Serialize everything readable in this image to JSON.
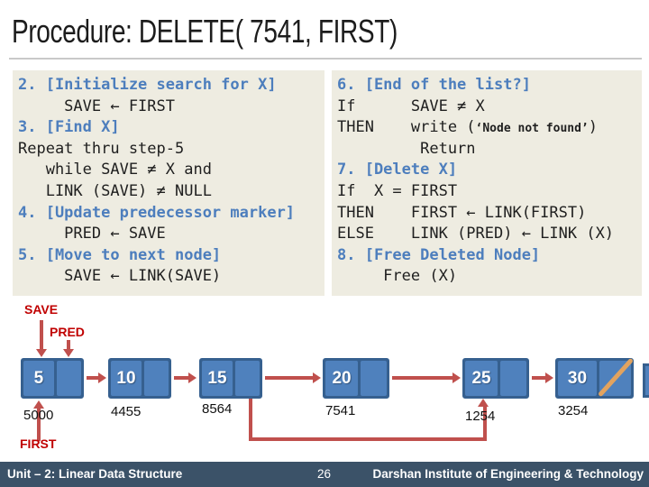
{
  "title": "Procedure: DELETE( 7541, FIRST)",
  "colors": {
    "keyword_blue": "#4d7ebd",
    "code_text": "#1f1f1f",
    "box_bg": "#eeece1",
    "node_fill": "#4f81bd",
    "node_border": "#36608f",
    "arrow_red": "#c0504d",
    "label_red": "#c00000",
    "null_slash": "#e2a35f",
    "footer_bg": "#3b5268",
    "footer_text": "#ffffff"
  },
  "pseudocode": {
    "left": [
      {
        "text": "2. [Initialize search for X]",
        "style": "kw"
      },
      {
        "text": "     SAVE ← FIRST",
        "style": "plain"
      },
      {
        "text": "3. [Find X]",
        "style": "kw"
      },
      {
        "text": "Repeat thru step-5",
        "style": "plain"
      },
      {
        "text": "   while SAVE ≠ X and",
        "style": "plain"
      },
      {
        "text": "   LINK (SAVE) ≠ NULL",
        "style": "plain"
      },
      {
        "text": "4. [Update predecessor marker]",
        "style": "kw"
      },
      {
        "text": "     PRED ← SAVE",
        "style": "plain"
      },
      {
        "text": "5. [Move to next node]",
        "style": "kw"
      },
      {
        "text": "     SAVE ← LINK(SAVE)",
        "style": "plain"
      }
    ],
    "right": [
      {
        "text": "6. [End of the list?]",
        "style": "kw"
      },
      {
        "text": "If      SAVE ≠ X",
        "style": "plain"
      },
      {
        "parts": [
          {
            "t": "THEN    write (",
            "s": "plain"
          },
          {
            "t": "‘Node not found’",
            "s": "small"
          },
          {
            "t": ")",
            "s": "plain"
          }
        ],
        "style": "plain"
      },
      {
        "text": "         Return",
        "style": "plain"
      },
      {
        "text": "7. [Delete X]",
        "style": "kw"
      },
      {
        "text": "If  X = FIRST",
        "style": "plain"
      },
      {
        "text": "THEN    FIRST ← LINK(FIRST)",
        "style": "plain"
      },
      {
        "text": "ELSE    LINK (PRED) ← LINK (X)",
        "style": "plain"
      },
      {
        "text": "8. [Free Deleted Node]",
        "style": "kw"
      },
      {
        "text": "     Free (X)",
        "style": "plain"
      }
    ]
  },
  "diagram": {
    "labels": {
      "save": "SAVE",
      "pred": "PRED",
      "first": "FIRST"
    },
    "nodes": [
      {
        "value": "5",
        "address": "5000",
        "null_link": false
      },
      {
        "value": "10",
        "address": "4455",
        "null_link": false
      },
      {
        "value": "15",
        "address": "8564",
        "null_link": false
      },
      {
        "value": "20",
        "address": "7541",
        "null_link": false
      },
      {
        "value": "25",
        "address": "1254",
        "null_link": false
      },
      {
        "value": "30",
        "address": "3254",
        "null_link": true
      }
    ]
  },
  "footer": {
    "unit": "Unit – 2: Linear Data Structure",
    "page": "26",
    "institute": "Darshan Institute of Engineering & Technology"
  }
}
